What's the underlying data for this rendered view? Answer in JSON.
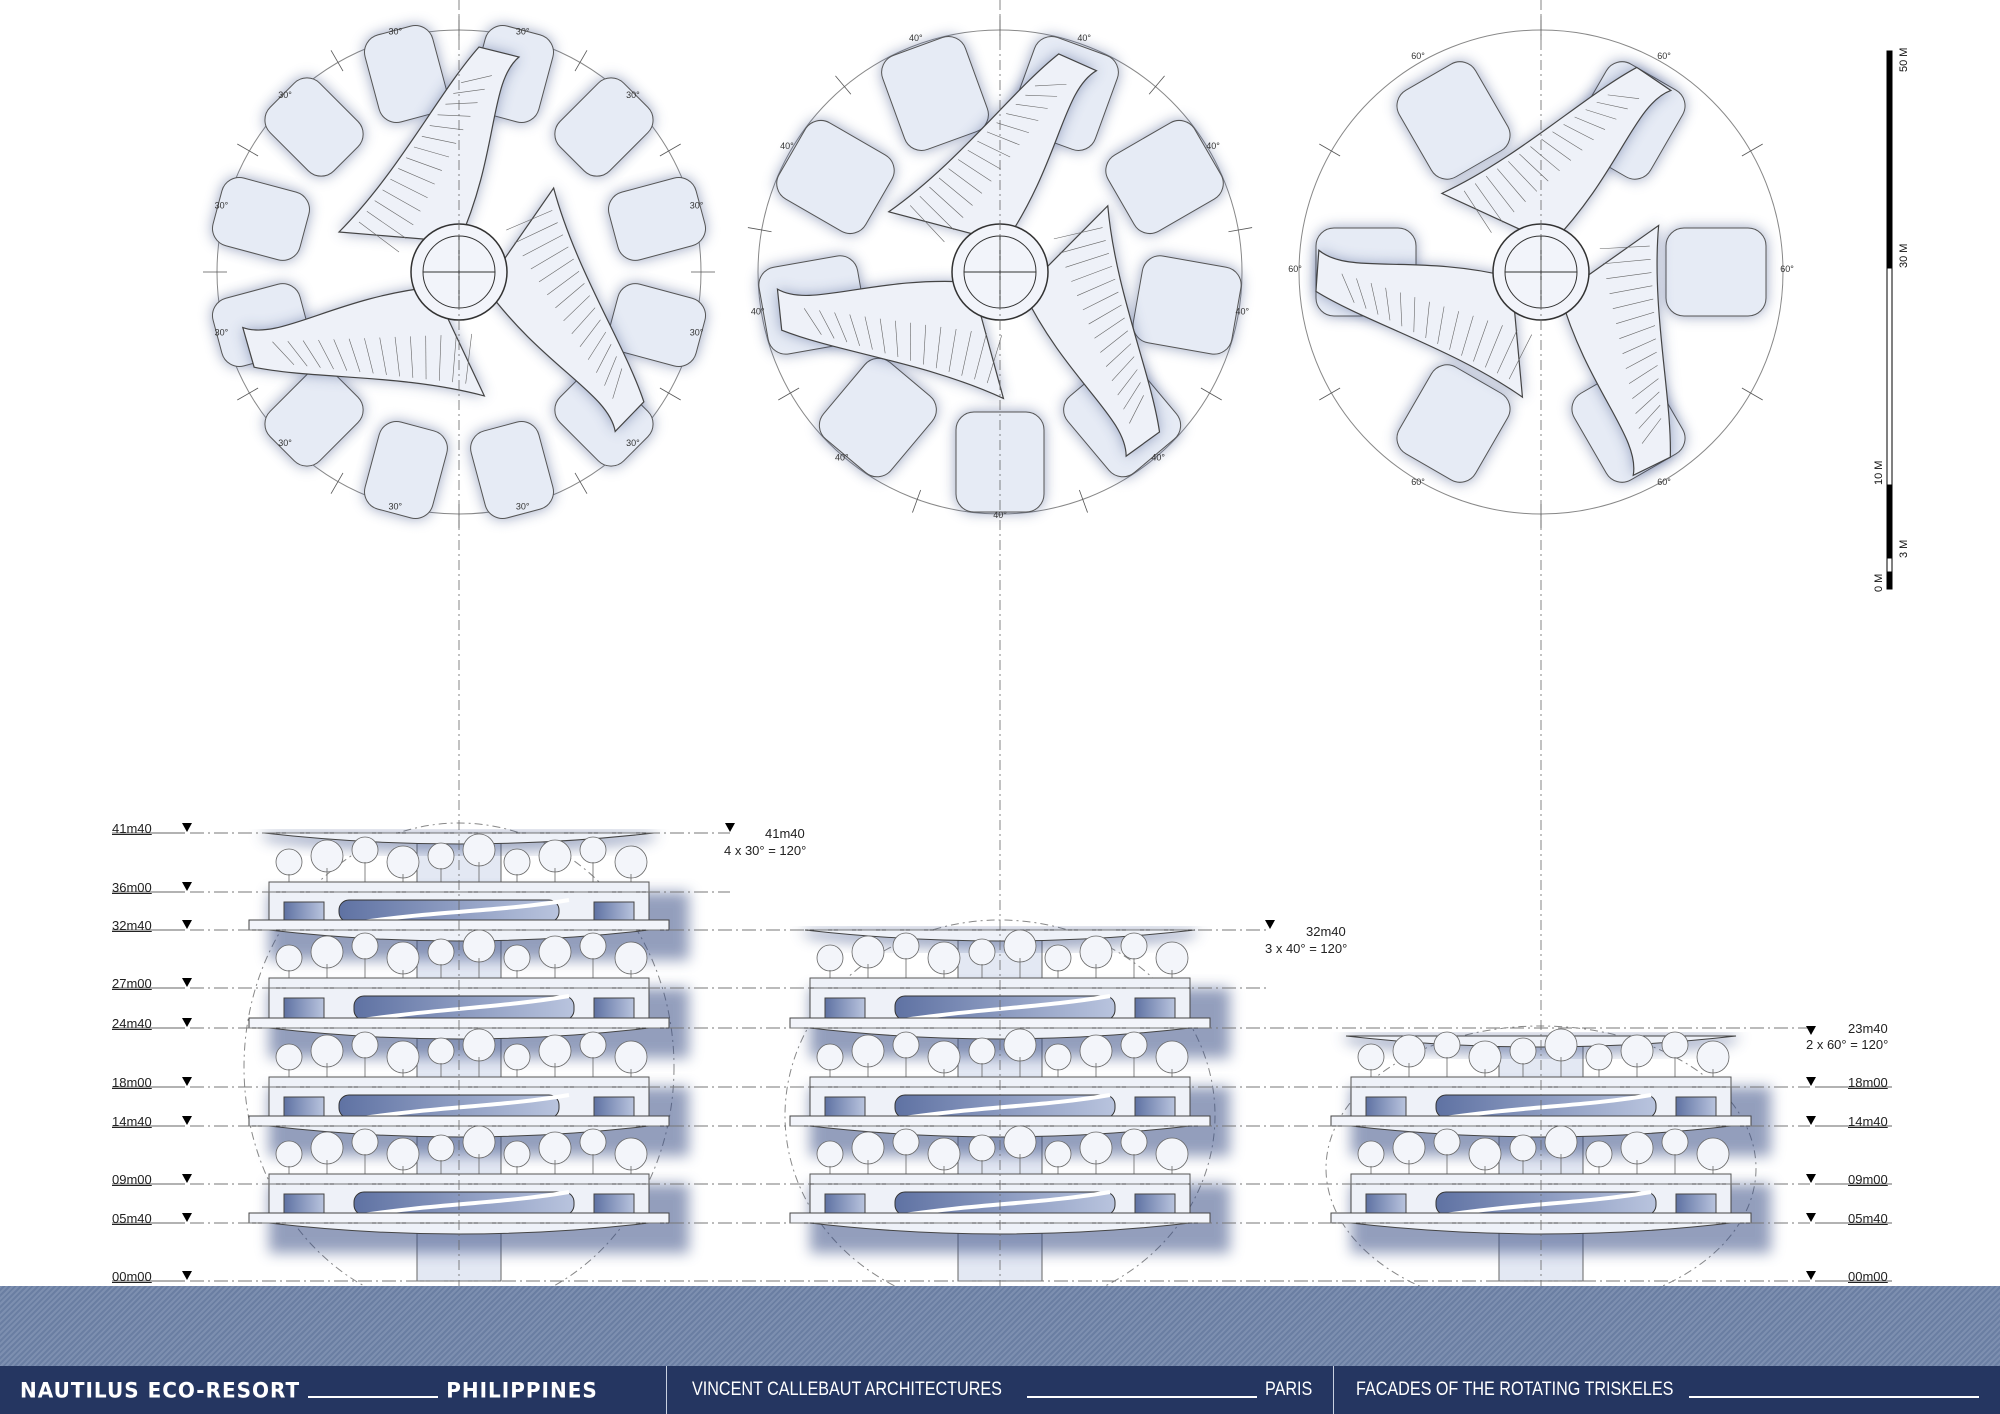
{
  "plans": [
    {
      "id": "plan-4x30",
      "angle_label": "30°",
      "count": 12
    },
    {
      "id": "plan-3x40",
      "angle_label": "40°",
      "count": 9
    },
    {
      "id": "plan-2x60",
      "angle_label": "60°",
      "count": 6
    }
  ],
  "scale_bar": {
    "labels": [
      "50 M",
      "30 M",
      "10 M",
      "3 M",
      "0 M"
    ]
  },
  "levels_left": [
    "41m40",
    "36m00",
    "32m40",
    "27m00",
    "24m40",
    "18m00",
    "14m40",
    "09m00",
    "05m40",
    "00m00"
  ],
  "facade1": {
    "top_level": "41m40",
    "rotation": "4 x 30° = 120°"
  },
  "facade2": {
    "top_level": "32m40",
    "rotation": "3 x 40° = 120°"
  },
  "facade3": {
    "top_level": "23m40",
    "rotation": "2 x 60° = 120°",
    "levels_right": [
      "18m00",
      "14m40",
      "09m00",
      "05m40",
      "00m00"
    ]
  },
  "footer": {
    "project": "NAUTILUS ECO-RESORT",
    "country": "PHILIPPINES",
    "architect": "VINCENT CALLEBAUT ARCHITECTURES",
    "city": "PARIS",
    "sheet_title": "FACADES OF THE ROTATING TRISKELES"
  },
  "colors": {
    "footer": "#253661",
    "ground": "#7183a6",
    "tint": "#dfe5f1",
    "shadow": "#3b4f86"
  }
}
